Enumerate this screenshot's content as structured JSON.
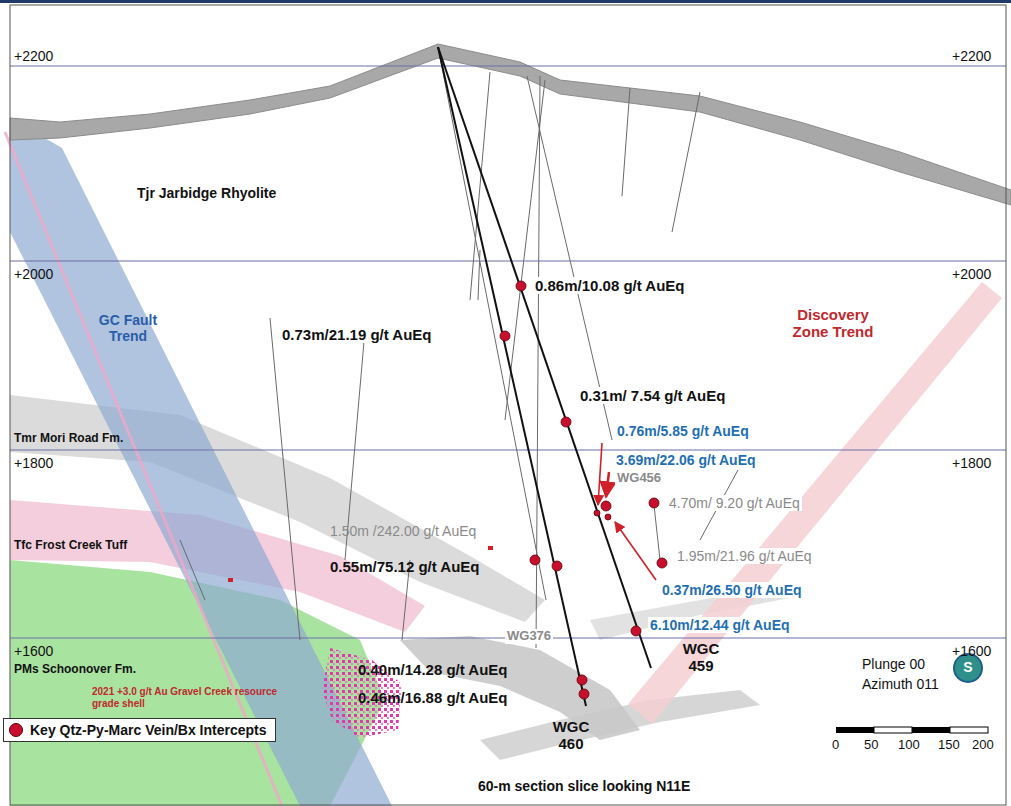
{
  "diagram": {
    "labels": [
      "+2200",
      "+2200",
      "Tjr Jarbidge Rhyolite",
      "+2000",
      "+2000",
      "0.86m/10.08 g/t AuEq",
      "Discovery Zone Trend",
      "GC Fault Trend",
      "0.73m/21.19 g/t AuEq",
      "0.31m/ 7.54 g/t AuEq",
      "Tmr Mori Road Fm.",
      "0.76m/5.85 g/t AuEq",
      "+1800",
      "3.69m/22.06 g/t AuEq",
      "+1800",
      "WG456",
      "4.70m/ 9.20 g/t AuEq",
      "1.50m /242.00 g/t AuEq",
      "Tfc Frost Creek Tuff",
      "1.95m/21.96 g/t AuEq",
      "0.55m/75.12 g/t AuEq",
      "0.37m/26.50 g/t AuEq",
      "6.10m/12.44 g/t AuEq",
      "+1600",
      "WG376",
      "+1600",
      "PMs Schoonover Fm.",
      "0.40m/14.28 g/t AuEq",
      "0.46m/16.88 g/t AuEq",
      "WGC 460",
      "WGC 459",
      "Plunge 00",
      "Azimuth 011",
      "2021 +3.0 g/t Au Gravel Creek resource grade shell",
      "60-m section slice looking N11E",
      "0",
      "50",
      "100",
      "150",
      "200",
      "S"
    ],
    "legend": [
      {
        "text": "Key Qtz-Py-Marc Vein/Bx Intercepts",
        "color": "#c8102e"
      }
    ]
  }
}
